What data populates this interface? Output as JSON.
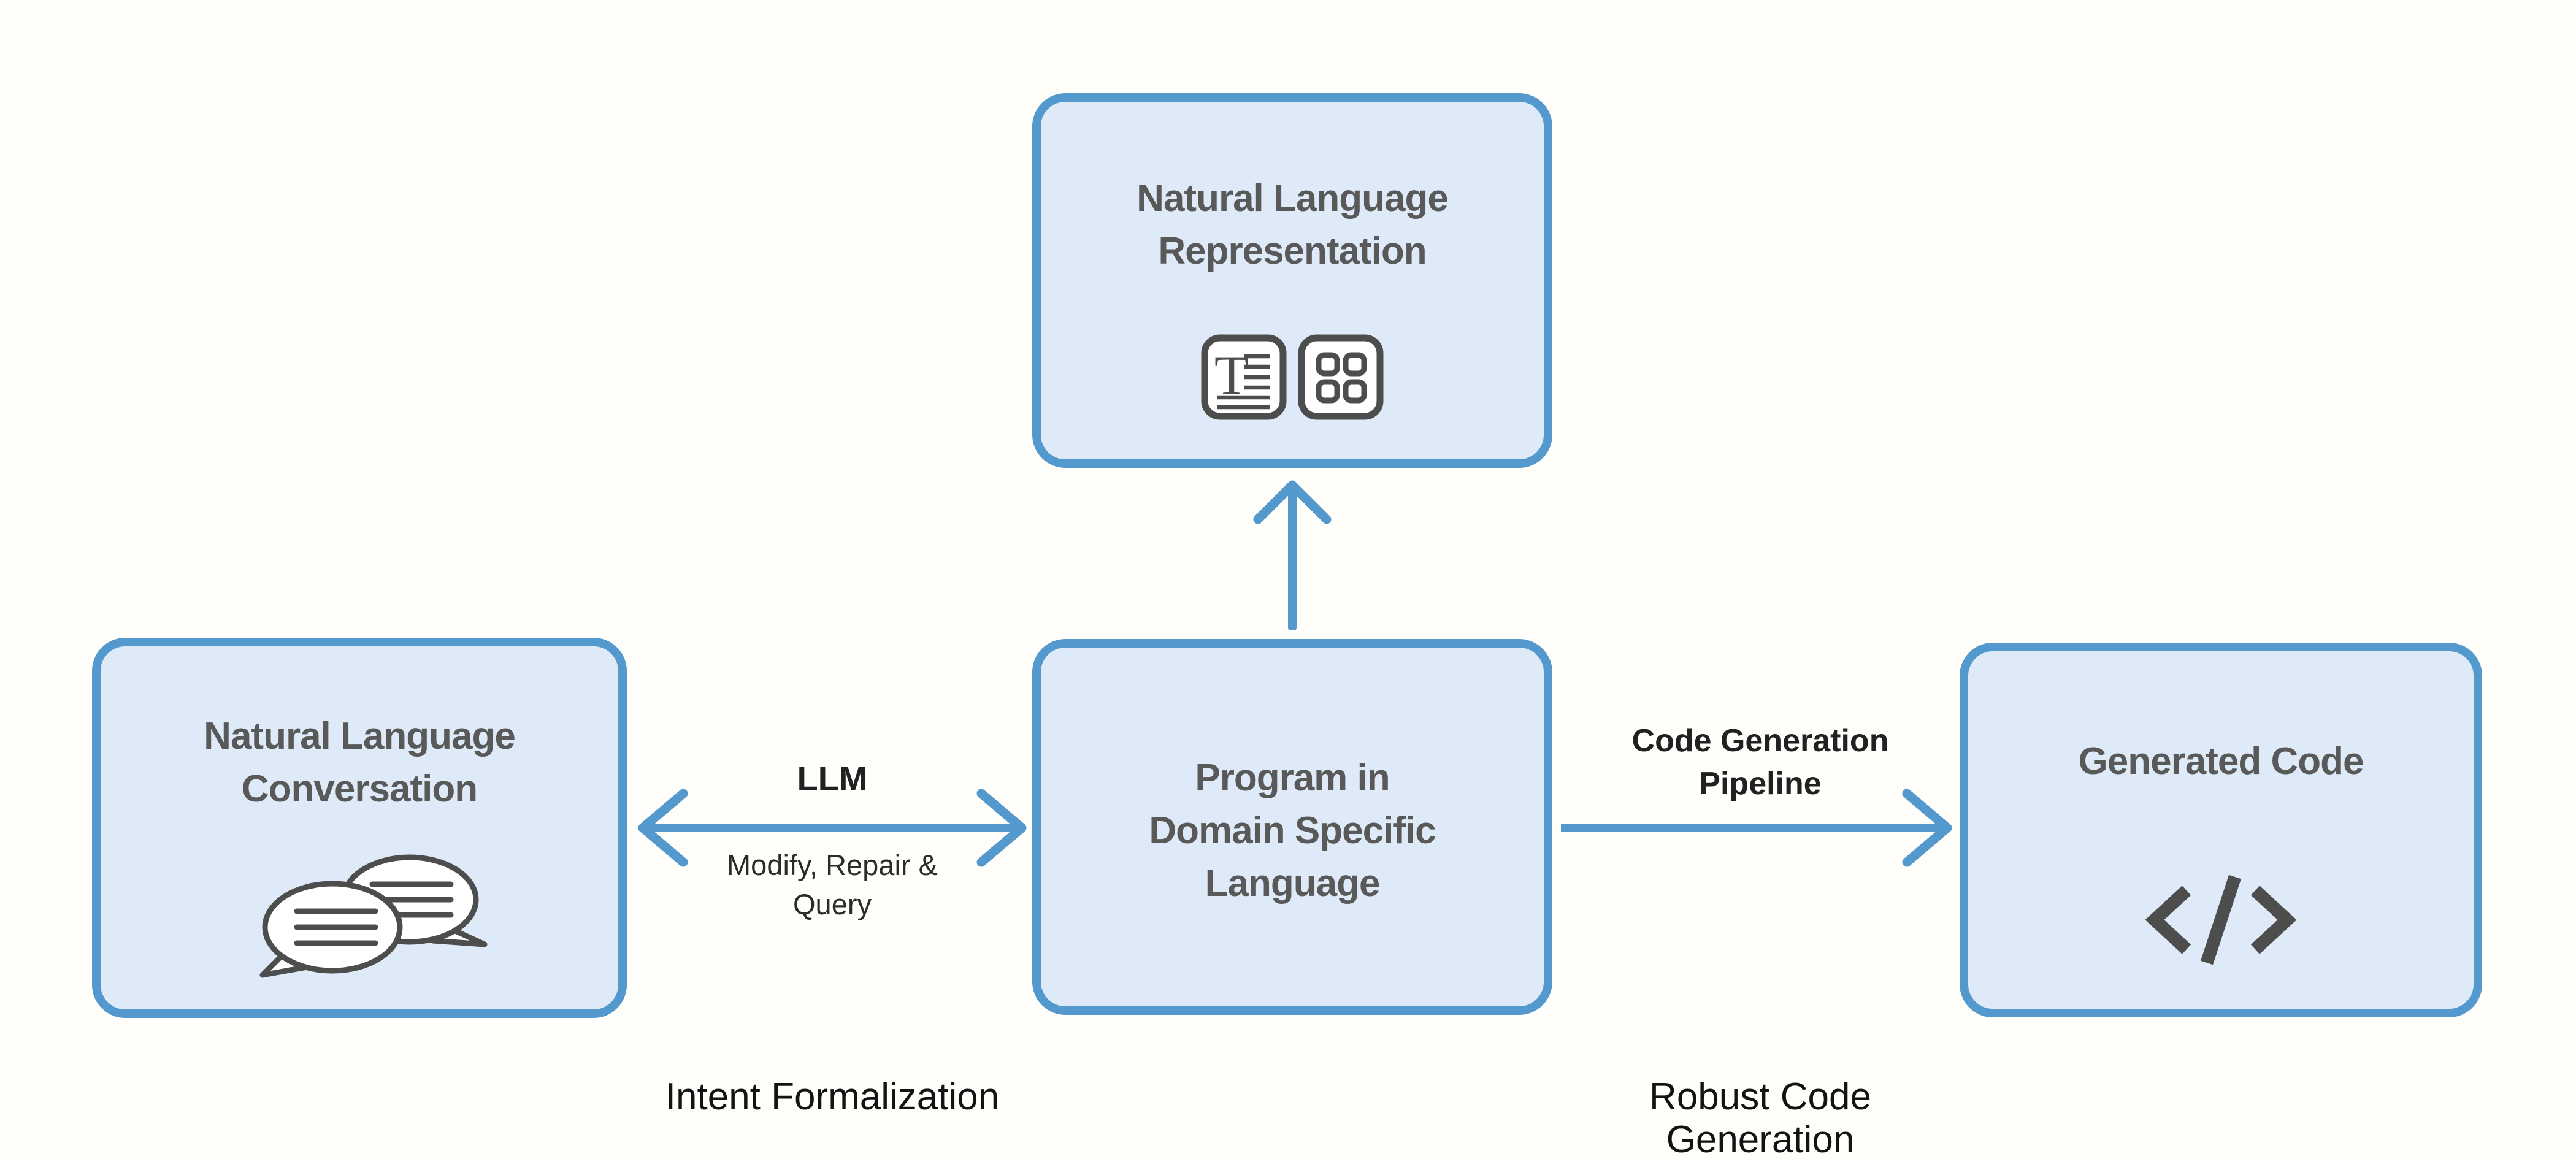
{
  "colors": {
    "background": "#FFFEFB",
    "box_fill": "#DEEAF7",
    "box_border": "#5499CE",
    "arrow": "#5499CE",
    "box_title_text": "#595959",
    "arrow_label_text": "#212121",
    "caption_text": "#131313",
    "icon_stroke": "#4D4D4D"
  },
  "boxes": {
    "top": {
      "title": "Natural Language Representation",
      "line1": "Natural Language",
      "line2": "Representation",
      "icons": [
        "text-document-icon",
        "grid-icon"
      ]
    },
    "left": {
      "title": "Natural Language Conversation",
      "line1": "Natural Language",
      "line2": "Conversation",
      "icons": [
        "chat-bubbles-icon"
      ]
    },
    "center": {
      "title": "Program in Domain Specific Language",
      "line1": "Program in",
      "line2": "Domain Specific",
      "line3": "Language"
    },
    "right": {
      "title": "Generated Code",
      "line1": "Generated Code",
      "icons": [
        "code-icon"
      ]
    }
  },
  "arrows": {
    "llm": {
      "direction": "bidirectional-horizontal",
      "title": "LLM",
      "subtitle_line1": "Modify, Repair &",
      "subtitle_line2": "Query"
    },
    "code_generation": {
      "direction": "right",
      "title_line1": "Code Generation",
      "title_line2": "Pipeline"
    },
    "representation": {
      "direction": "up"
    }
  },
  "captions": {
    "left": "Intent Formalization",
    "right": "Robust Code Generation"
  }
}
